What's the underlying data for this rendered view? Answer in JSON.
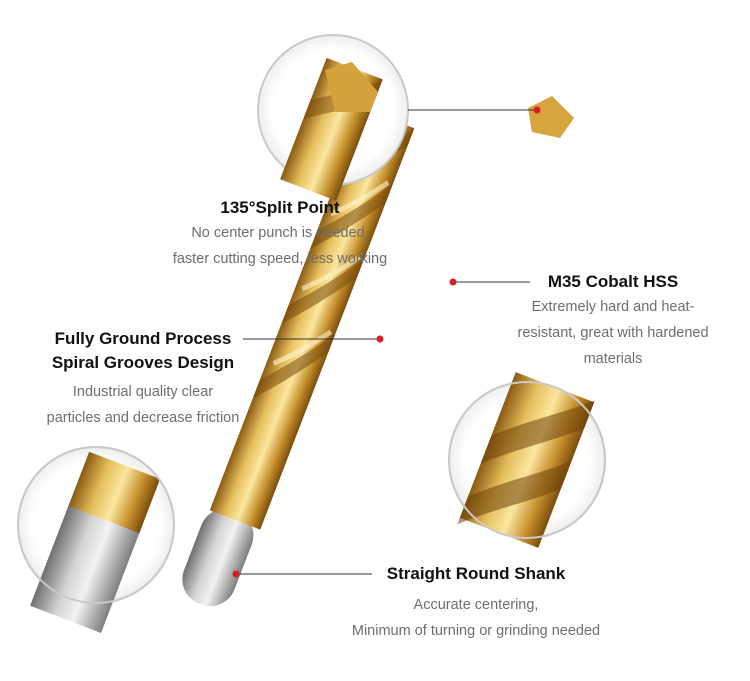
{
  "colors": {
    "accent": "#d51f26",
    "gold": "#c99a2e",
    "silver": "#b9b9b9"
  },
  "callouts": {
    "split_point": {
      "title": "135°Split Point",
      "desc_lines": [
        "No center punch is needed,",
        "faster cutting speed, less working"
      ]
    },
    "cobalt": {
      "title": "M35 Cobalt HSS",
      "desc_lines": [
        "Extremely hard and heat-",
        "resistant, great with hardened",
        "materials"
      ]
    },
    "grooves": {
      "title_lines": [
        "Fully Ground Process",
        "Spiral Grooves Design"
      ],
      "desc_lines": [
        "Industrial quality clear",
        "particles and decrease friction"
      ]
    },
    "shank": {
      "title": "Straight Round Shank",
      "desc_lines": [
        "Accurate centering,",
        "Minimum of turning or grinding needed"
      ]
    }
  }
}
